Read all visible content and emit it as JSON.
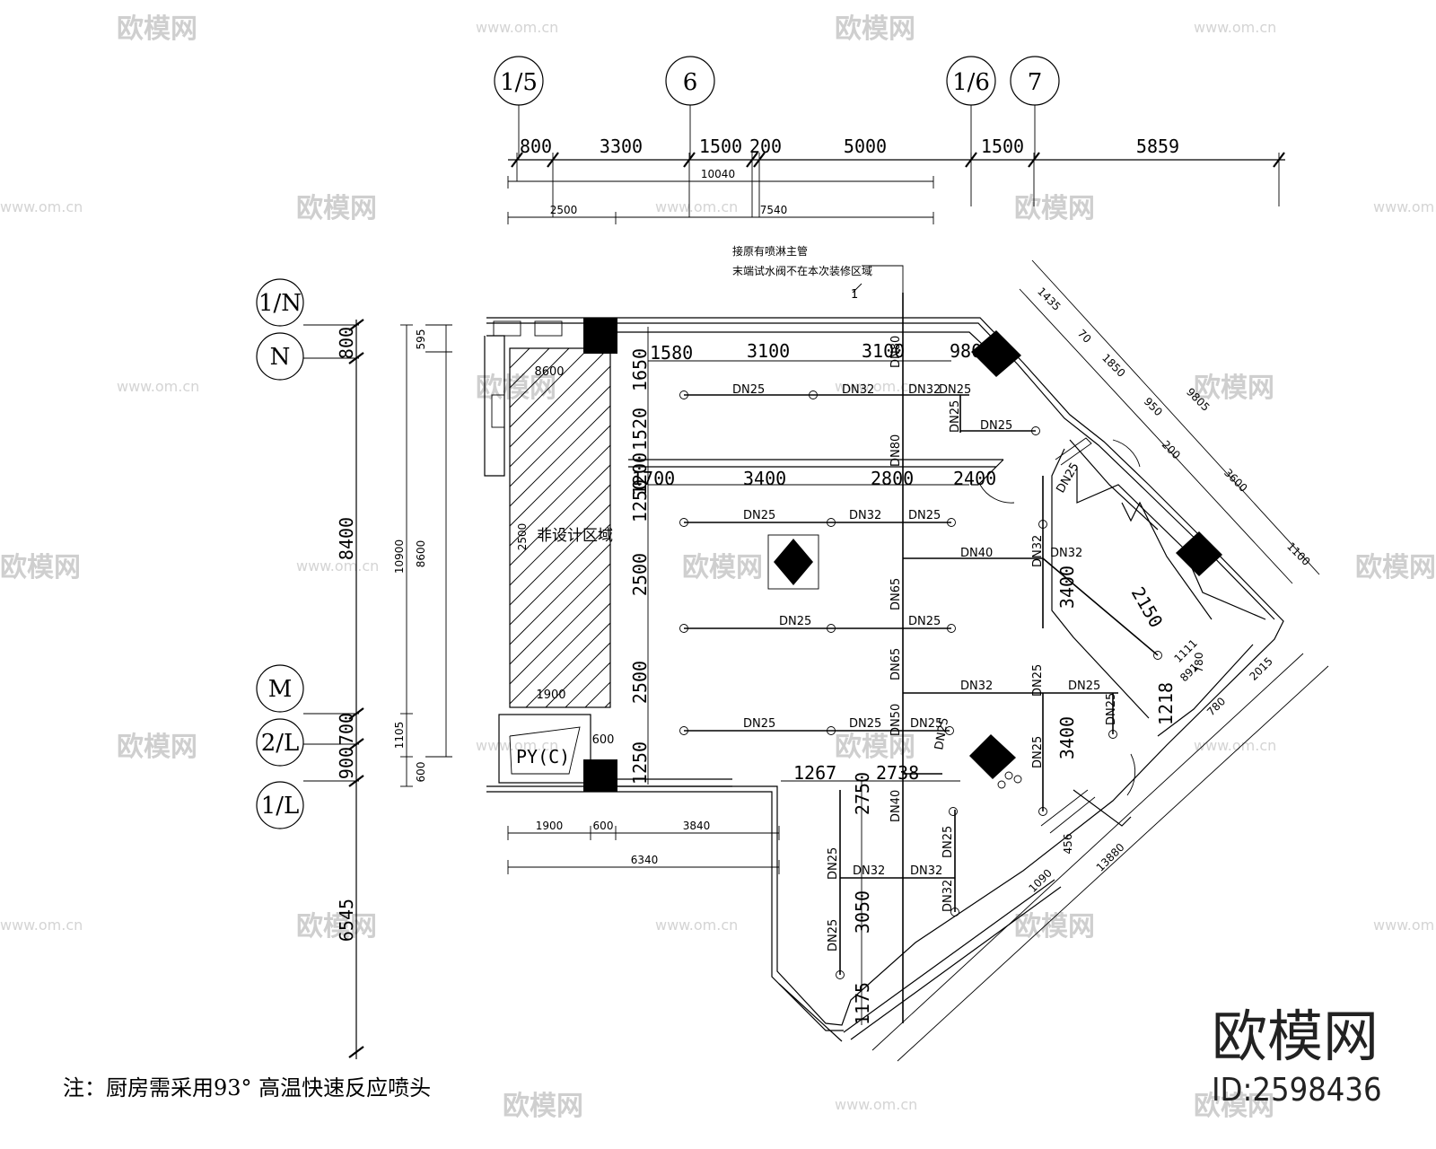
{
  "top_axes": [
    "1/5",
    "6",
    "1/6",
    "7"
  ],
  "side_axes": [
    "1/N",
    "N",
    "M",
    "2/L",
    "1/L"
  ],
  "top_dims_row1": [
    "800",
    "3300",
    "1500",
    "200",
    "5000",
    "1500",
    "5859"
  ],
  "top_dims_row2": [
    "10040"
  ],
  "top_dims_row3": [
    "2500",
    "7540"
  ],
  "left_dims_col1": [
    "800",
    "8400",
    "700",
    "900",
    "6545"
  ],
  "left_dims_col2": [
    "10900",
    "1105",
    "600"
  ],
  "left_dims_col3": [
    "595",
    "8600"
  ],
  "bottom_dims": [
    "1900",
    "600",
    "3840",
    "6340"
  ],
  "room_dims": [
    "1580",
    "3100",
    "3100",
    "980",
    "2500",
    "1650",
    "1520",
    "1200",
    "1250",
    "1700",
    "3400",
    "2800",
    "2400",
    "2500",
    "2500",
    "1250",
    "8600",
    "1900",
    "600",
    "1267",
    "2738",
    "2750",
    "3050",
    "1175",
    "3400",
    "3400",
    "2150",
    "780",
    "1111",
    "1218",
    "891",
    "456",
    "1090",
    "13880",
    "2015",
    "780",
    "1435",
    "70",
    "1850",
    "950",
    "9805",
    "200",
    "3600",
    "1100",
    "DN80",
    "DN80",
    "DN65",
    "DN65",
    "DN50",
    "DN40"
  ],
  "pipe_labels": [
    "DN25",
    "DN32",
    "DN32",
    "DN25",
    "DN25",
    "DN25",
    "DN25",
    "DN32",
    "DN25",
    "DN40",
    "DN32",
    "DN25",
    "DN25",
    "DN25",
    "DN32",
    "DN25",
    "DN32",
    "DN25",
    "DN25",
    "DN25",
    "DN25",
    "DN25",
    "DN32",
    "DN32",
    "DN25",
    "DN25",
    "DN25",
    "DN32",
    "DN25",
    "DN25"
  ],
  "annotation_line1": "接原有喷淋主管",
  "annotation_line2": "末端试水阀不在本次装修区域",
  "annotation_num": "1",
  "non_design_area": "非设计区域",
  "py_label": "PY(C)",
  "note": "注：厨房需采用93°  高温快速反应喷头",
  "logo_text": "欧模网",
  "logo_id": "ID:2598436",
  "watermark_text": "欧模网",
  "watermark_url": "www.om.cn"
}
